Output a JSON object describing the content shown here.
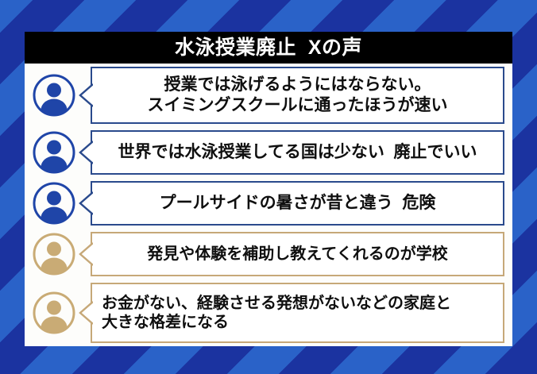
{
  "header": {
    "title": "水泳授業廃止  Xの声"
  },
  "colors": {
    "bg_dark_blue": "#1b33a0",
    "bg_light_blue": "#2a62c8",
    "panel_white": "#fdfdfb",
    "title_bar": "#000000",
    "title_text": "#ffffff",
    "bubble_border_blue": "#2a4a8c",
    "bubble_border_tan": "#c6a878",
    "avatar_blue": "#1f45a8",
    "avatar_tan": "#c9ab75",
    "text_black": "#0f0f0f"
  },
  "rows": [
    {
      "avatar": "user-avatar-blue",
      "avatar_color": "#1f45a8",
      "border_color": "#2a4a8c",
      "align": "center",
      "lines": [
        "授業では泳げるようにはならない。",
        "スイミングスクールに通ったほうが速い"
      ]
    },
    {
      "avatar": "user-avatar-blue",
      "avatar_color": "#1f45a8",
      "border_color": "#2a4a8c",
      "align": "center",
      "lines": [
        "世界では水泳授業してる国は少ない  廃止でいい"
      ]
    },
    {
      "avatar": "user-avatar-blue",
      "avatar_color": "#1f45a8",
      "border_color": "#2a4a8c",
      "align": "center",
      "lines": [
        "プールサイドの暑さが昔と違う  危険"
      ]
    },
    {
      "avatar": "user-avatar-tan",
      "avatar_color": "#c9ab75",
      "border_color": "#c6a878",
      "align": "center",
      "lines": [
        "発見や体験を補助し教えてくれるのが学校"
      ]
    },
    {
      "avatar": "user-avatar-tan",
      "avatar_color": "#c9ab75",
      "border_color": "#c6a878",
      "align": "left",
      "lines": [
        "お金がない、経験させる発想がないなどの家庭と",
        "大きな格差になる"
      ]
    }
  ]
}
